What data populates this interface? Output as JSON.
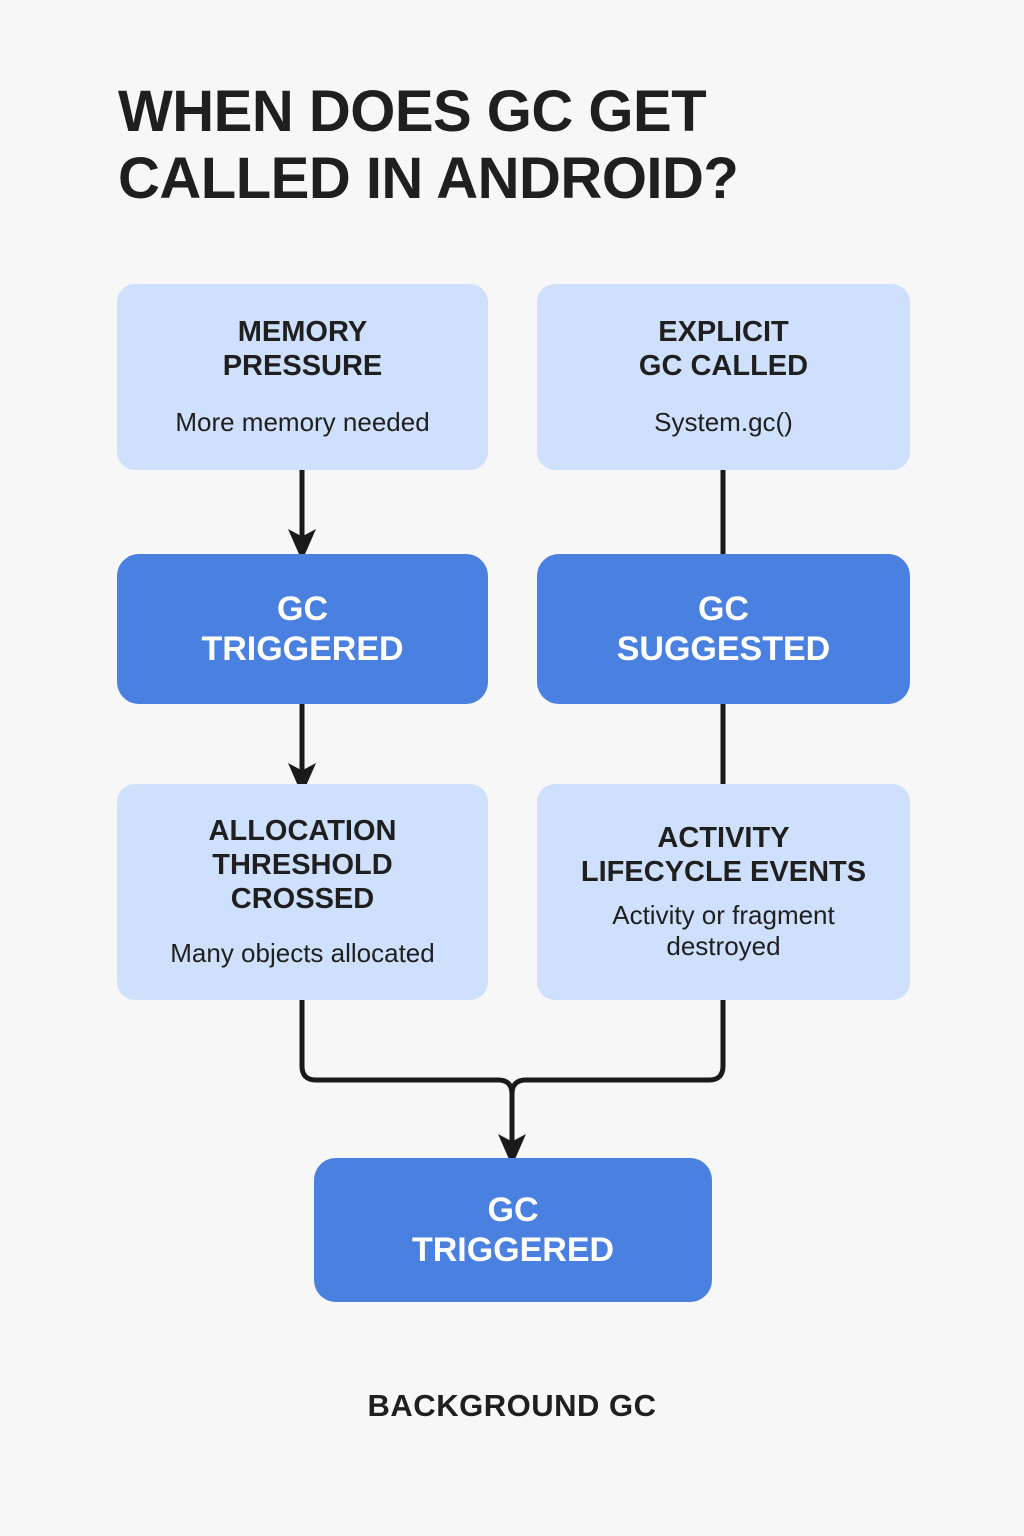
{
  "page": {
    "title": "WHEN DOES GC GET\nCALLED IN ANDROID?",
    "footer": "BACKGROUND GC",
    "background_color": "#f7f7f8",
    "text_color": "#1f1f1f"
  },
  "colors": {
    "light_box": "#cfe0fc",
    "dark_box": "#4a81e0",
    "connector": "#1a1a1a",
    "dark_box_text": "#ffffff"
  },
  "nodes": {
    "memory_pressure": {
      "heading": "MEMORY\nPRESSURE",
      "sub": "More memory needed",
      "style": "light"
    },
    "explicit_gc": {
      "heading": "EXPLICIT\nGC CALLED",
      "sub": "System.gc()",
      "style": "light"
    },
    "gc_triggered_left": {
      "heading": "GC\nTRIGGERED",
      "sub": "",
      "style": "dark"
    },
    "gc_suggested": {
      "heading": "GC\nSUGGESTED",
      "sub": "",
      "style": "dark"
    },
    "allocation_threshold": {
      "heading": "ALLOCATION\nTHRESHOLD\nCROSSED",
      "sub": "Many objects allocated",
      "style": "light"
    },
    "activity_lifecycle": {
      "heading": "ACTIVITY\nLIFECYCLE EVENTS",
      "sub": "Activity or fragment\ndestroyed",
      "style": "light"
    },
    "gc_triggered_final": {
      "heading": "GC\nTRIGGERED",
      "sub": "",
      "style": "dark"
    }
  },
  "connectors": [
    {
      "name": "memory-pressure-to-gc-triggered",
      "arrow": true
    },
    {
      "name": "explicit-gc-to-gc-suggested",
      "arrow": false
    },
    {
      "name": "gc-triggered-to-allocation-threshold",
      "arrow": true
    },
    {
      "name": "gc-suggested-to-activity-lifecycle",
      "arrow": false
    },
    {
      "name": "merge-to-gc-triggered-final",
      "arrow": true
    }
  ]
}
